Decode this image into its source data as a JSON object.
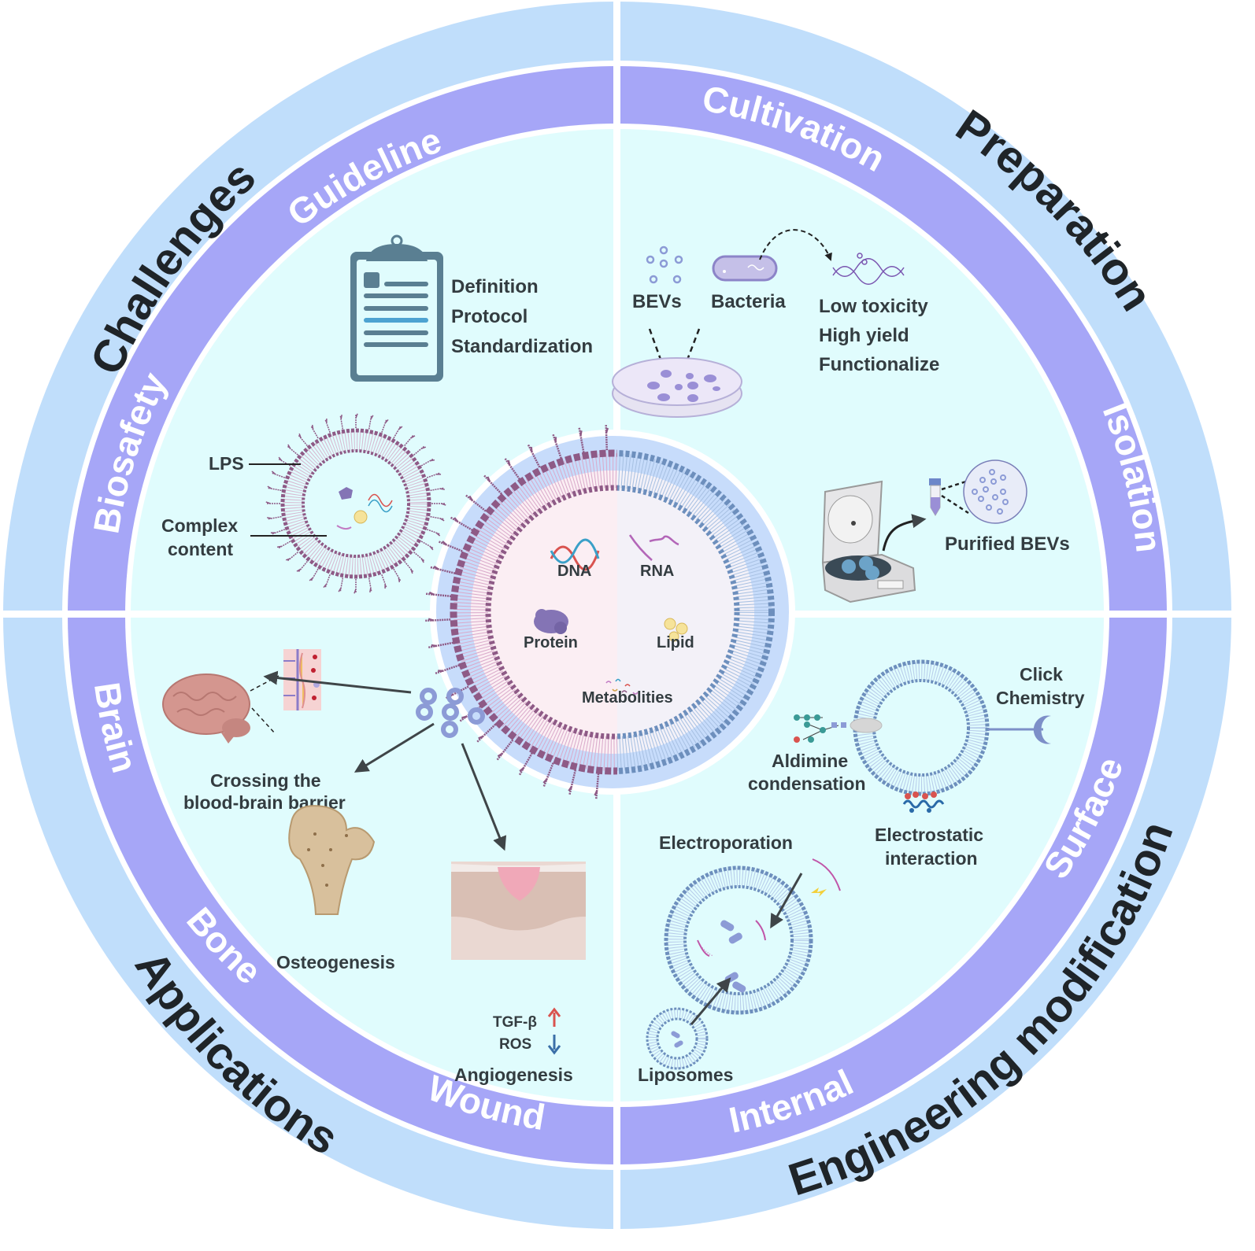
{
  "title": "Bacterial extracellular vesicles (BEVs) overview",
  "colors": {
    "outer_ring": "#c0defb",
    "middle_ring": "#a6a6f7",
    "inner_disk": "#e0fcfd",
    "center_halo": "#c7dcfb",
    "divider": "#ffffff",
    "text_dark": "#333c40",
    "gram_negative_membrane": "#8e5a86",
    "gram_positive_membrane": "#6d8fbd",
    "up_arrow": "#d9534f",
    "down_arrow": "#3a6fa8"
  },
  "quadrants": [
    {
      "id": "challenges",
      "section": "Challenges",
      "subsections": [
        "Guideline",
        "Biosafety"
      ],
      "guideline_items": [
        "Definition",
        "Protocol",
        "Standardization"
      ],
      "biosafety_labels": [
        "LPS",
        "Complex",
        "content"
      ]
    },
    {
      "id": "preparation",
      "section": "Preparation",
      "subsections": [
        "Cultivation",
        "Isolation"
      ],
      "cultivation_labels": [
        "BEVs",
        "Bacteria"
      ],
      "cultivation_benefits": [
        "Low toxicity",
        "High yield",
        "Functionalize"
      ],
      "isolation_label": "Purified BEVs"
    },
    {
      "id": "applications",
      "section": "Applications",
      "subsections": [
        "Brain",
        "Bone",
        "Wound"
      ],
      "brain_label": [
        "Crossing the",
        "blood-brain barrier"
      ],
      "bone_label": "Osteogenesis",
      "wound_label": "Angiogenesis",
      "wound_markers": [
        {
          "name": "TGF-β",
          "direction": "up"
        },
        {
          "name": "ROS",
          "direction": "down"
        }
      ]
    },
    {
      "id": "engineering",
      "section": "Engineering modification",
      "subsections": [
        "Surface",
        "Internal"
      ],
      "surface_labels": {
        "click": [
          "Click",
          "Chemistry"
        ],
        "aldimine": [
          "Aldimine",
          "condensation"
        ],
        "electrostatic": [
          "Electrostatic",
          "interaction"
        ]
      },
      "internal_labels": {
        "electroporation": "Electroporation",
        "liposomes": "Liposomes"
      }
    }
  ],
  "center": {
    "cargo": [
      "DNA",
      "RNA",
      "Protein",
      "Lipid",
      "Metabolities"
    ]
  }
}
